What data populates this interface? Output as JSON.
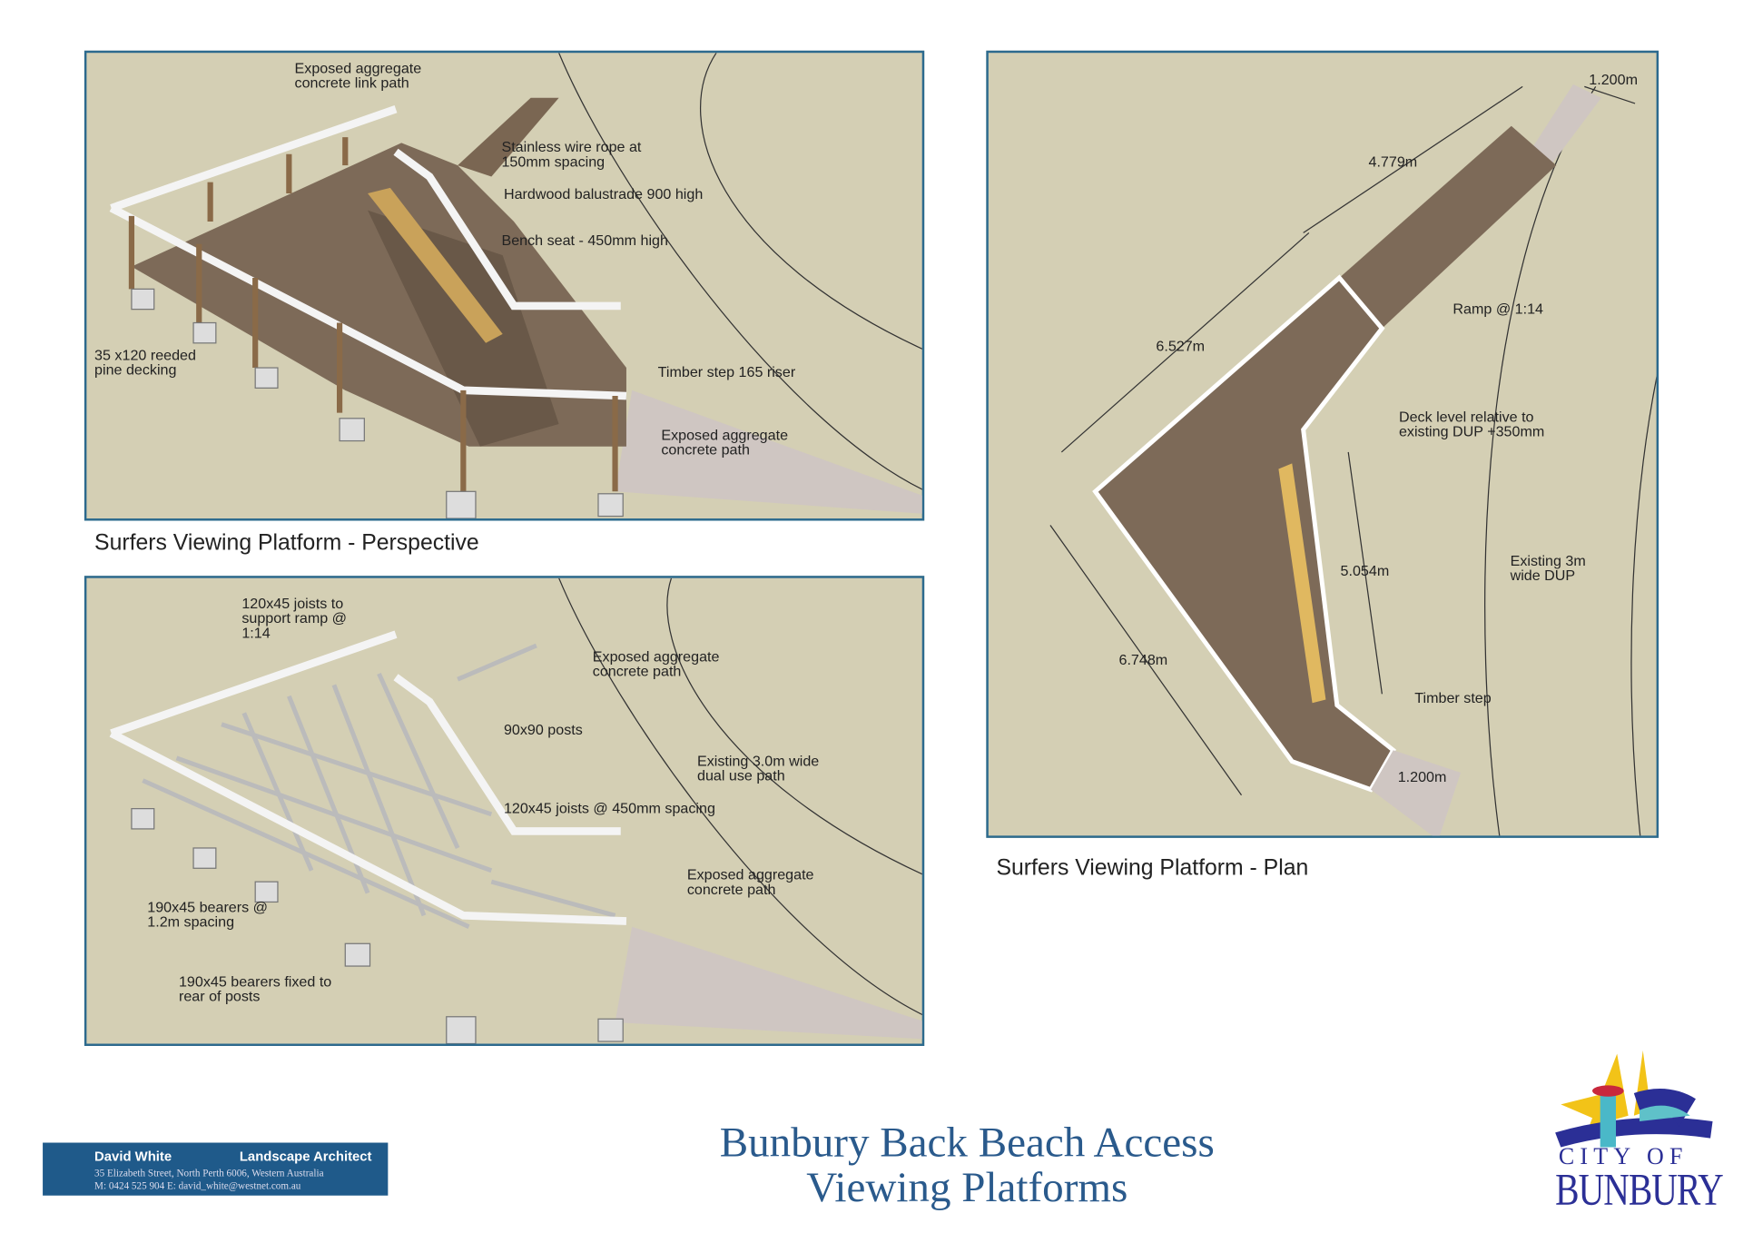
{
  "panels": {
    "perspective": {
      "caption": "Surfers Viewing Platform - Perspective",
      "labels": [
        "Exposed aggregate\nconcrete link path",
        "Stainless wire rope at\n150mm spacing",
        "Hardwood balustrade 900 high",
        "Bench seat - 450mm high",
        "35 x120 reeded\npine decking",
        "Timber step 165 riser",
        "Exposed aggregate\nconcrete path"
      ]
    },
    "structure": {
      "labels": [
        "120x45 joists to\nsupport ramp @\n1:14",
        "Exposed aggregate\nconcrete path",
        "90x90 posts",
        "Existing 3.0m wide\ndual use path",
        "120x45 joists @ 450mm spacing",
        "Exposed aggregate\nconcrete path",
        "190x45 bearers @\n1.2m spacing",
        "190x45 bearers fixed to\nrear of posts"
      ]
    },
    "plan": {
      "caption": "Surfers Viewing Platform - Plan",
      "labels": [
        "1.200m",
        "4.779m",
        "Ramp @ 1:14",
        "6.527m",
        "Deck level relative to\nexisting DUP +350mm",
        "5.054m",
        "Existing 3m\nwide DUP",
        "6.748m",
        "Timber step",
        "1.200m"
      ]
    }
  },
  "title": {
    "line1": "Bunbury Back Beach Access",
    "line2": "Viewing Platforms"
  },
  "architect": {
    "name": "David White",
    "role": "Landscape Architect",
    "address": "35 Elizabeth Street, North Perth 6006, Western Australia",
    "contact": "M: 0424 525 904 E: david_white@westnet.com.au"
  },
  "logo": {
    "line1": "CITY OF",
    "line2": "BUNBURY"
  }
}
